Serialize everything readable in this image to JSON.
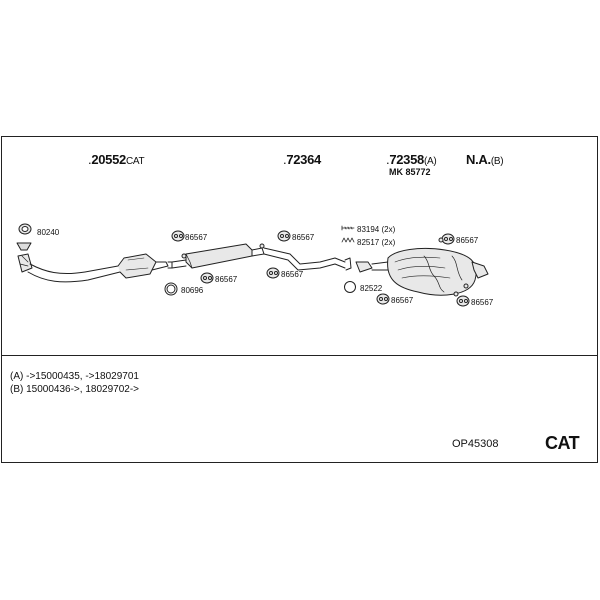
{
  "parts": {
    "p20552": {
      "dot": ".",
      "number": "20552",
      "suffix": "CAT"
    },
    "p72364": {
      "dot": ".",
      "number": "72364"
    },
    "p72358": {
      "dot": ".",
      "number": "72358",
      "suffix": "(A)"
    },
    "na": {
      "number": "N.A.",
      "suffix": "(B)"
    },
    "mk": "MK 85772"
  },
  "small_parts": {
    "s80240": "80240",
    "s86567_a": "86567",
    "s86567_b": "86567",
    "s86567_c": "86567",
    "s86567_d": "86567",
    "s86567_e": "86567",
    "s86567_f": "86567",
    "s86567_g": "86567",
    "s80696": "80696",
    "s83194": "83194 (2x)",
    "s82517": "82517 (2x)",
    "s82522": "82522"
  },
  "notes": {
    "a": "(A) ->15000435, ->18029701",
    "b": "(B) 15000436->, 18029702->"
  },
  "order_number": "OP45308",
  "category": "CAT",
  "colors": {
    "line": "#222222",
    "fill": "#e8e8e8",
    "shade": "#bdbdbd"
  }
}
